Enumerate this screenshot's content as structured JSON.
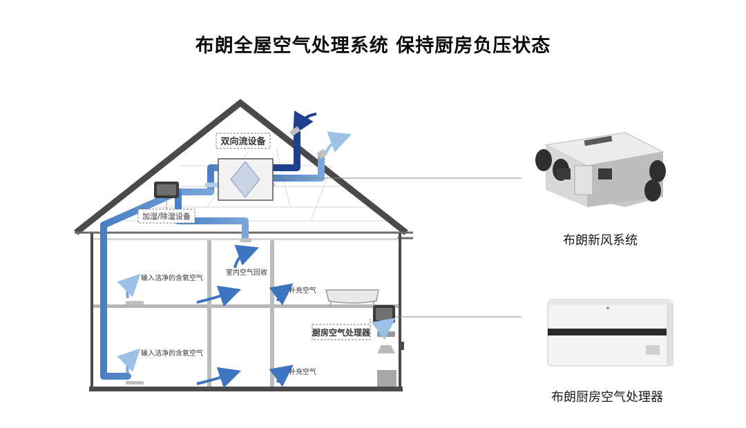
{
  "title": "布朗全屋空气处理系统 保持厨房负压状态",
  "diagram": {
    "device_two_way": "双向流设备",
    "device_humidity": "加湿/除湿设备",
    "room_air_return": "室内空气回收",
    "clean_oxygen_air_upper": "输入洁净的含氧空气",
    "clean_oxygen_air_lower": "输入洁净的含氧空气",
    "supplement_air_upper": "补充空气",
    "supplement_air_lower": "补充空气",
    "kitchen_air_processor_tag": "厨房空气处理器"
  },
  "products": {
    "ventilation_system": "布朗新风系统",
    "kitchen_air_processor": "布朗厨房空气处理器"
  },
  "colors": {
    "duct_light": "#5b8fcf",
    "duct_dark": "#1f3f8f",
    "house_outline": "#4a4a4a",
    "arrow_light": "#8fb4dd"
  }
}
